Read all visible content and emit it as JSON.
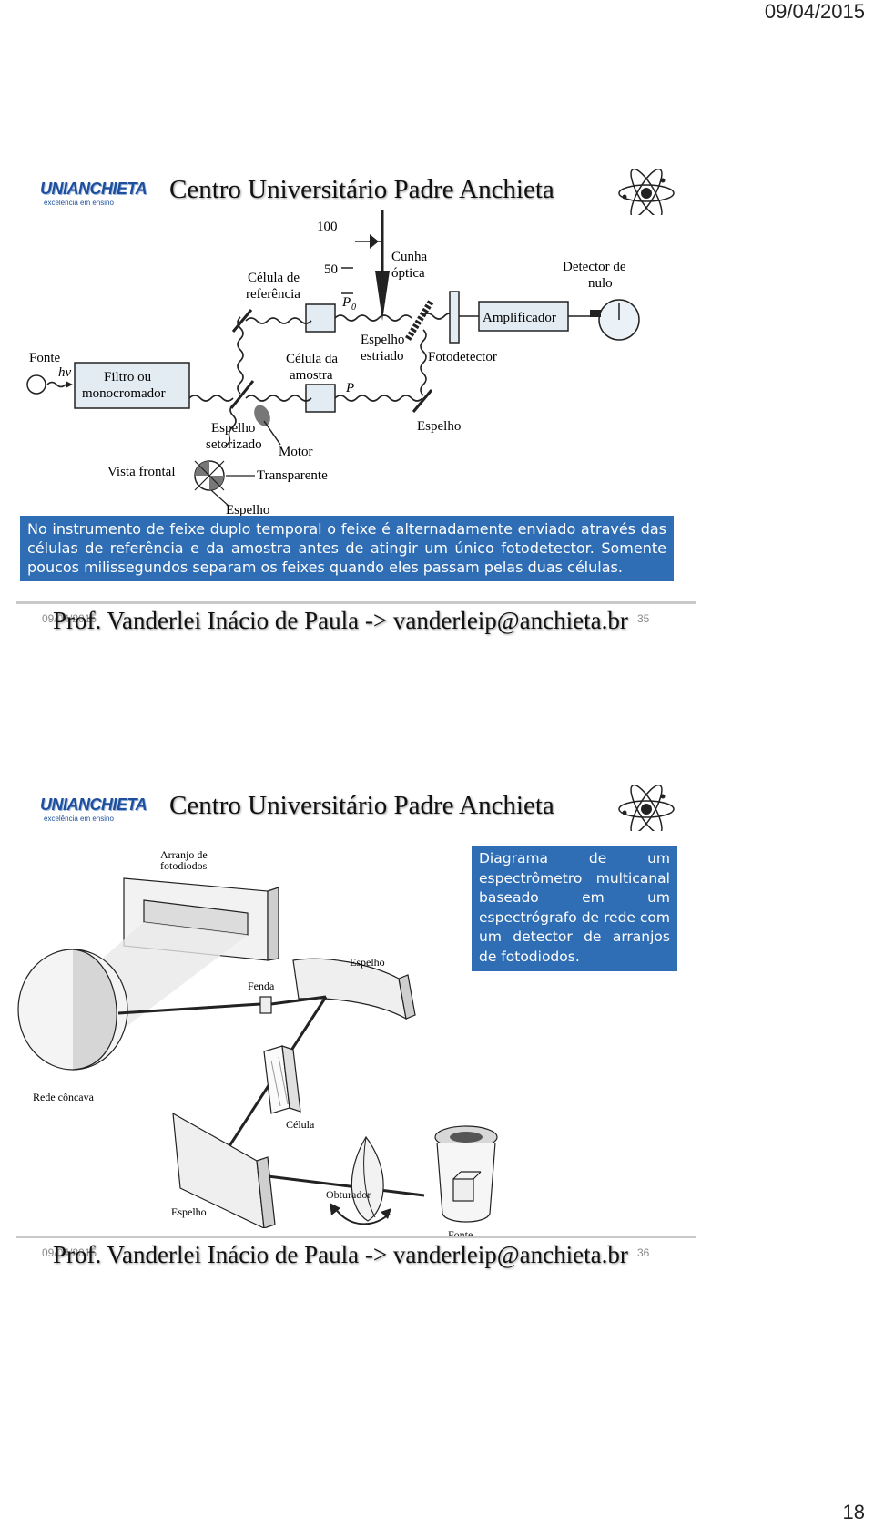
{
  "page": {
    "date": "09/04/2015",
    "number": "18"
  },
  "header": {
    "logo_text": "UNIANCHIETA",
    "logo_sub": "excelência em ensino",
    "title": "Centro Universitário Padre Anchieta"
  },
  "slide1": {
    "labels": {
      "scale_100": "100",
      "scale_50": "50",
      "wedge": "Cunha",
      "wedge2": "óptica",
      "null_detector": "Detector de",
      "null_detector2": "nulo",
      "ref_cell": "Célula de",
      "ref_cell2": "referência",
      "p0": "P",
      "p0_sub": "0",
      "amplifier": "Amplificador",
      "striated_mirror": "Espelho",
      "striated_mirror2": "estriado",
      "sample_cell": "Célula da",
      "sample_cell2": "amostra",
      "photodetector": "Fotodetector",
      "source": "Fonte",
      "hv": "hv",
      "filter": "Filtro ou",
      "filter2": "monocromador",
      "p": "P",
      "mirror_right": "Espelho",
      "sector_mirror": "Espelho",
      "sector_mirror2": "setorizado",
      "motor": "Motor",
      "front_view": "Vista frontal",
      "transparent": "Transparente",
      "mirror_bottom": "Espelho"
    },
    "caption": "No instrumento de feixe duplo temporal o feixe é alternadamente enviado através das células de referência e da amostra antes de atingir um único fotodetector. Somente poucos milissegundos separam os feixes quando eles passam pelas duas células.",
    "footer_date": "09/04/2015",
    "footer_number": "35"
  },
  "slide2": {
    "labels": {
      "array": "Arranjo de",
      "array2": "fotodiodos",
      "mirror_top": "Espelho",
      "slit": "Fenda",
      "grating": "Rede côncava",
      "cell": "Célula",
      "mirror_bottom": "Espelho",
      "shutter": "Obturador",
      "source": "Fonte"
    },
    "caption": "Diagrama de um espectrômetro multicanal baseado em um espectrógrafo de rede com um detector de arranjos de fotodiodos.",
    "footer_date": "09/04/2015",
    "footer_number": "36"
  },
  "footer": {
    "author": "Prof. Vanderlei Inácio de Paula -> vanderleip@anchieta.br"
  }
}
